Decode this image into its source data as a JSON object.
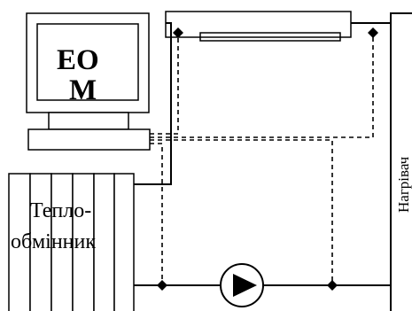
{
  "computer": {
    "label_line1": "ЕО",
    "label_line2": "М"
  },
  "heat_exchanger": {
    "label_line1": "Тепло-",
    "label_line2": "обмінник"
  },
  "heater": {
    "label": "Нагрівач"
  },
  "icons": {
    "pump": "pump-icon",
    "junction": "junction-dot-icon"
  }
}
